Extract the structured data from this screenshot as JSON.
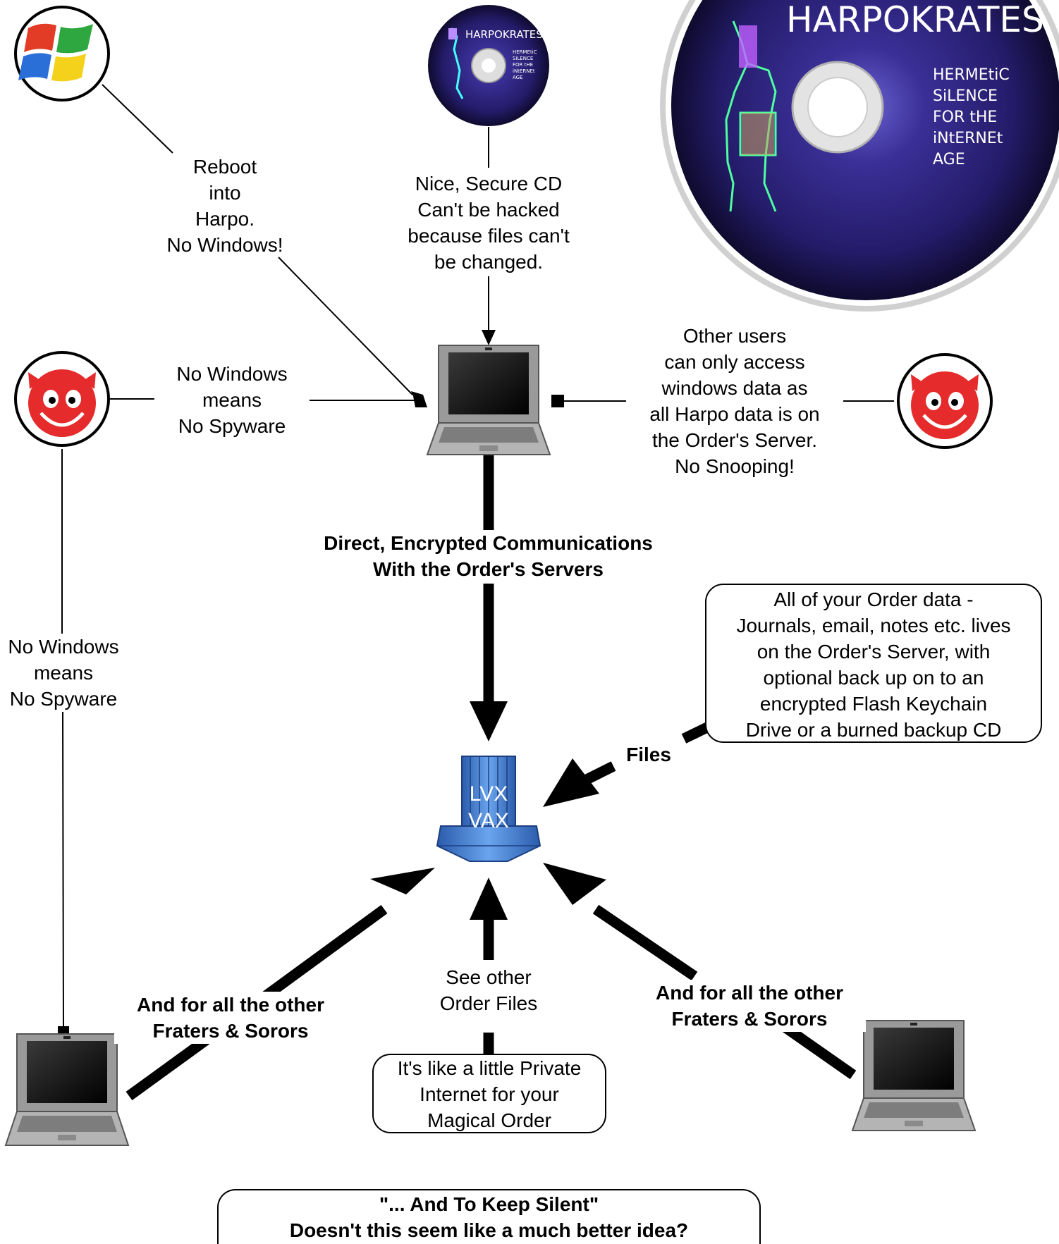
{
  "labels": {
    "reboot": "Reboot\ninto\nHarpo.\nNo Windows!",
    "secure_cd": "Nice, Secure CD\nCan't be hacked\nbecause files can't\nbe changed.",
    "no_spyware_top": "No Windows\nmeans\nNo Spyware",
    "other_users": "Other users\ncan only access\nwindows data as\nall Harpo data is on\nthe Order's Server.\nNo Snooping!",
    "direct_comm": "Direct, Encrypted Communications\nWith the Order's Servers",
    "no_spyware_left": "No Windows\nmeans\nNo Spyware",
    "order_data": "All of your Order data -\nJournals, email, notes etc. lives\non the Order's Server, with\noptional back up on to an\nencrypted Flash Keychain\nDrive or a burned backup CD",
    "files": "Files",
    "fraters_left": "And for all the other\nFraters & Sorors",
    "fraters_right": "And for all the other\nFraters & Sorors",
    "see_other": "See other\nOrder Files",
    "private_internet": "It's like a little Private\nInternet for your\nMagical Order",
    "keep_silent": "\"... And To Keep Silent\"\nDoesn't this seem like a much better idea?"
  },
  "server": {
    "label": "LVX\nVAX"
  },
  "discs": {
    "small": {
      "title": "HARPOKRATES",
      "subtitle": "HERMEtiC\nSiLENCE\nFOR tHE\niNtERNEt\nAGE"
    },
    "large": {
      "title": "HARPOKRATES",
      "subtitle": "HERMEtiC\nSiLENCE\nFOR tHE\niNtERNEt\nAGE"
    }
  },
  "icons": [
    "windows-logo-icon",
    "devil-face-icon",
    "laptop-icon",
    "server-icon",
    "cd-icon"
  ],
  "colors": {
    "disc_dark": "#1a1640",
    "disc_mid": "#4a40a8",
    "server_blue": "#3f7fd6",
    "devil_red": "#e52b2b"
  }
}
